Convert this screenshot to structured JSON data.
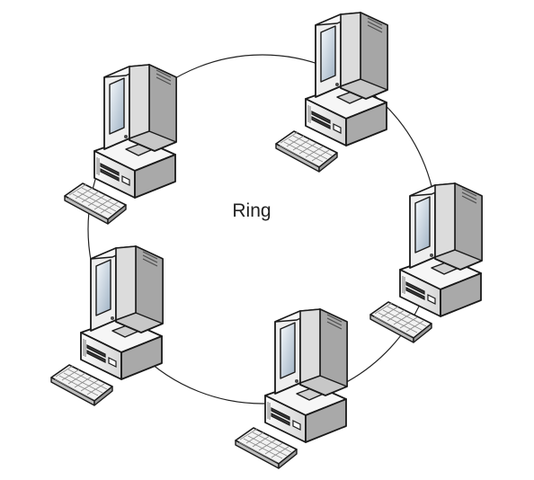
{
  "diagram": {
    "label": "Ring",
    "nodes": [
      {
        "id": "computer-top-left"
      },
      {
        "id": "computer-top-right"
      },
      {
        "id": "computer-right"
      },
      {
        "id": "computer-bottom"
      },
      {
        "id": "computer-left"
      }
    ],
    "colors": {
      "outline": "#1a1a1a",
      "casing_light": "#f4f4f4",
      "casing_mid": "#d9d9d9",
      "casing_dark": "#a8a8a8",
      "screen_light": "#eef3f8",
      "screen_dark": "#8fa3b6",
      "ring_line": "#222222"
    }
  }
}
